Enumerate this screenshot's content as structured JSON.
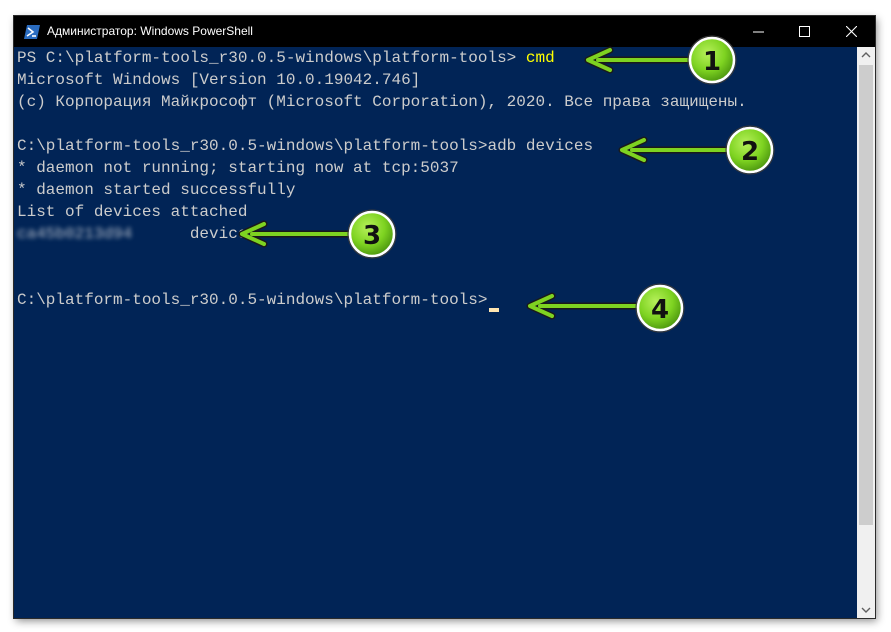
{
  "window": {
    "title": "Администратор: Windows PowerShell",
    "icon": "powershell-icon",
    "controls": [
      "minimize-icon",
      "maximize-icon",
      "close-icon"
    ]
  },
  "console": {
    "background": "#012456",
    "text_color": "#cccccc",
    "highlight_color": "#ffff00",
    "lines": {
      "l1_prompt": "PS C:\\platform-tools_r30.0.5-windows\\platform-tools> ",
      "l1_command": "cmd",
      "l2": "Microsoft Windows [Version 10.0.19042.746]",
      "l3": "(c) Корпорация Майкрософт (Microsoft Corporation), 2020. Все права защищены.",
      "l5": "C:\\platform-tools_r30.0.5-windows\\platform-tools>adb devices",
      "l6": "* daemon not running; starting now at tcp:5037",
      "l7": "* daemon started successfully",
      "l8": "List of devices attached",
      "l9_serial": "ca45b0213d94",
      "l9_state": "device",
      "l12_prompt": "C:\\platform-tools_r30.0.5-windows\\platform-tools>"
    }
  },
  "annotations": {
    "arrow_color": "#7ed321",
    "badges": [
      "1",
      "2",
      "3",
      "4"
    ]
  }
}
